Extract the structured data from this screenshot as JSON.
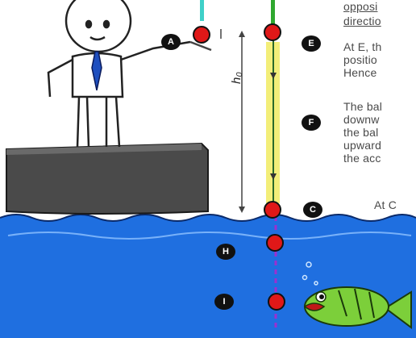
{
  "labels": {
    "A": "A",
    "E": "E",
    "F": "F",
    "C": "C",
    "H": "H",
    "I": "I"
  },
  "height_symbol": "h₀",
  "text_lines": {
    "l1": "opposi",
    "l2": "directio",
    "l3": "At E, th",
    "l4": "positio",
    "l5": "Hence",
    "l6": "The bal",
    "l7": "downw",
    "l8": "the bal",
    "l9": "upward",
    "l10": "the acc",
    "l11": "At C"
  },
  "colors": {
    "water": "#1f6fe0",
    "ball": "#e01818",
    "green_line": "#2fa82f",
    "highlight": "#f2ec6a",
    "cyan_line": "#3fd0c8",
    "purple_line": "#9a30d0",
    "fish": "#7ccf3a"
  }
}
